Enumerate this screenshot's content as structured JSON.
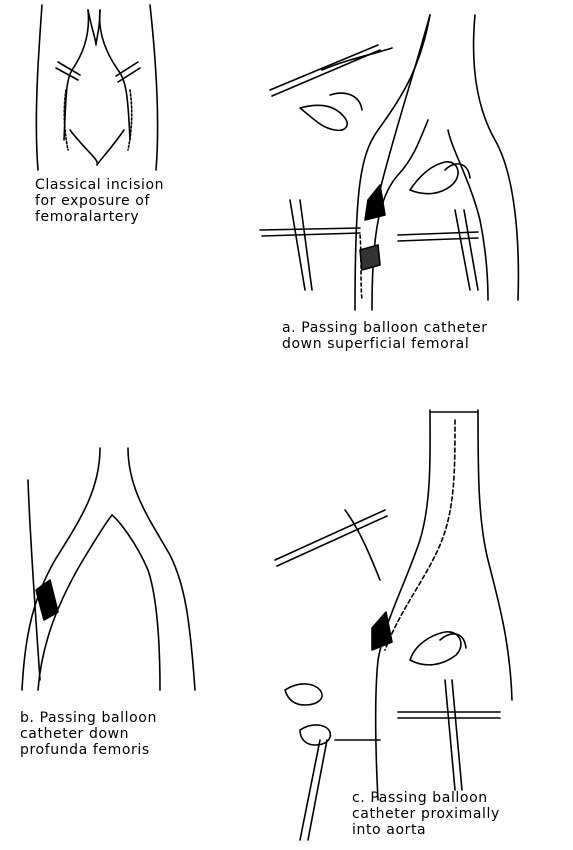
{
  "captions": {
    "classical": "Classical incision\nfor exposure of\nfemoralartery",
    "a": "a. Passing balloon catheter\n    down superficial femoral",
    "b": "b. Passing balloon\n    catheter down\n    profunda femoris",
    "c": "c. Passing balloon\n    catheter proximally\n    into aorta"
  },
  "colors": {
    "ink": "#000000",
    "paper": "#ffffff"
  }
}
